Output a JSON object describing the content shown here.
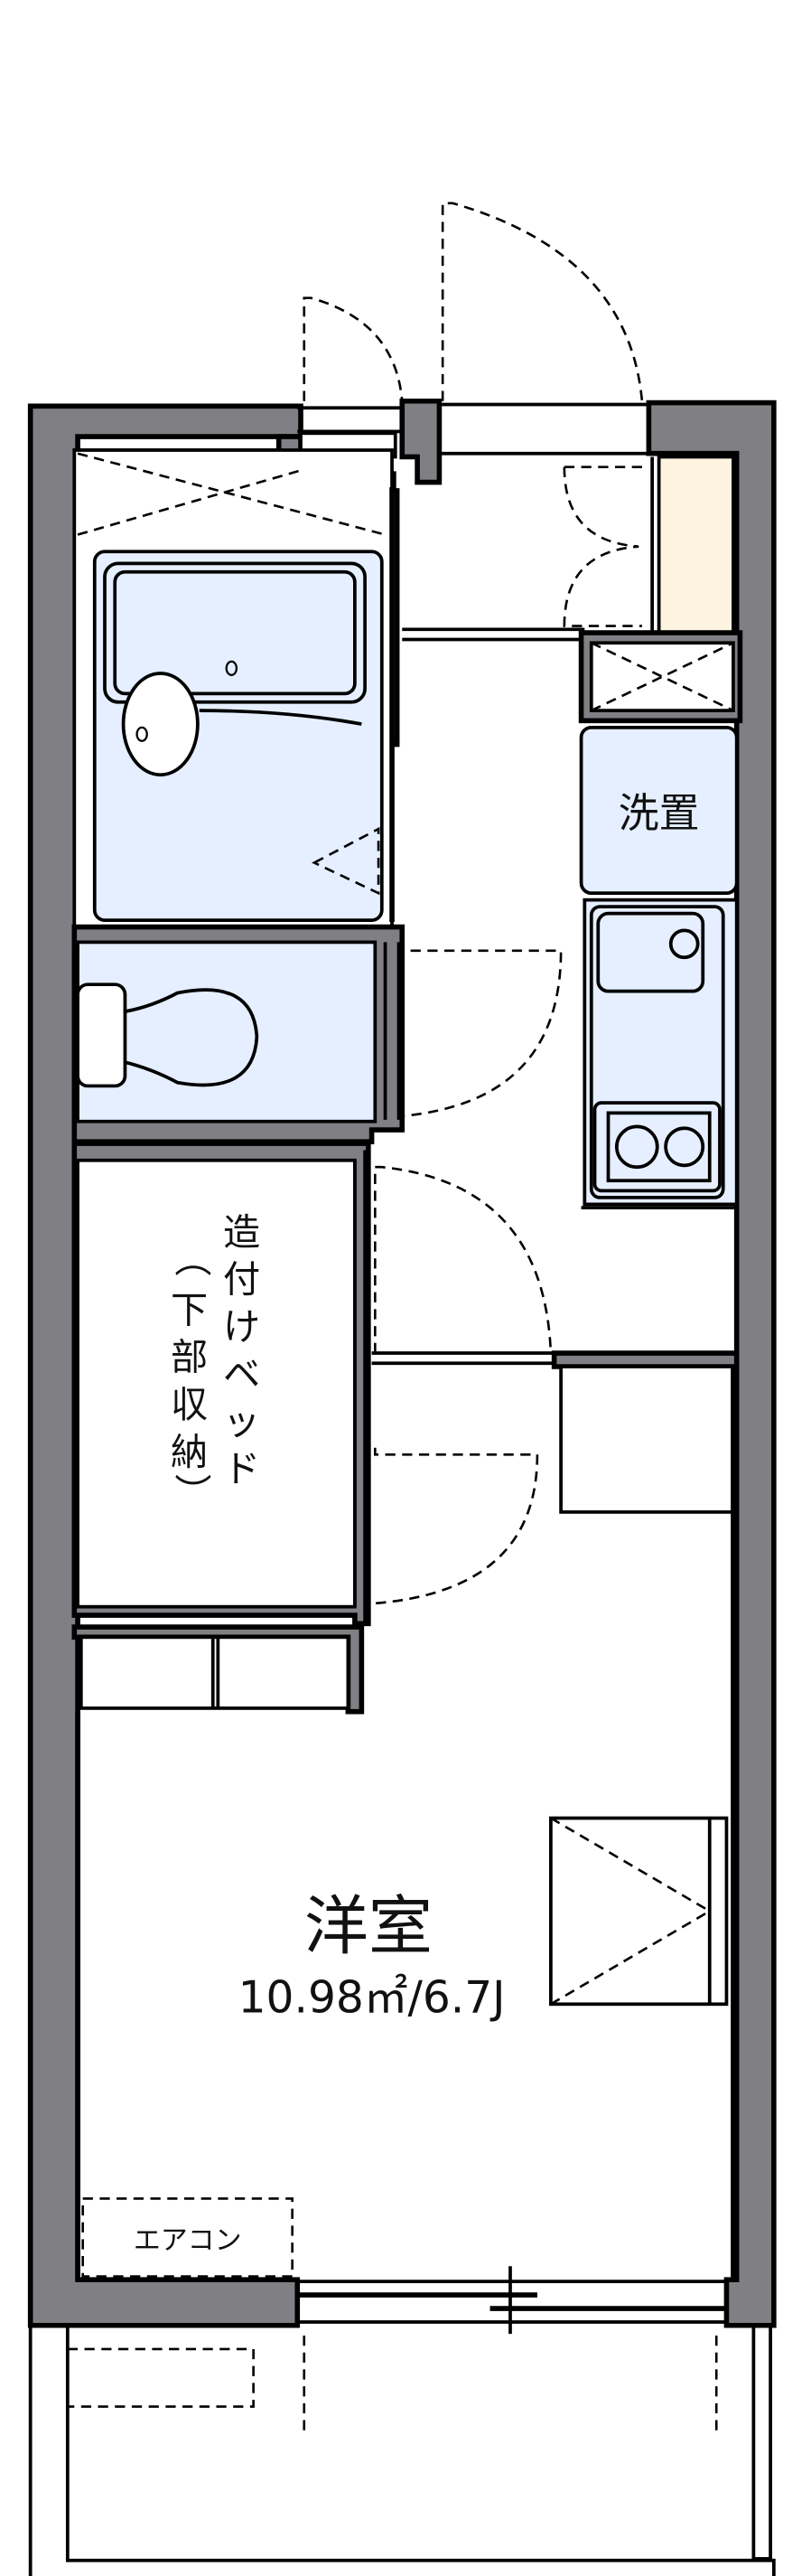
{
  "floorplan": {
    "colors": {
      "wall": "#807f84",
      "fixture": "#e5efff",
      "shoe_cabinet": "#fdf3e0",
      "line": "#000000",
      "background": "#ffffff"
    },
    "rooms": {
      "western_room": {
        "name": "洋室",
        "area": "10.98㎡/6.7J"
      },
      "built_in_bed": {
        "line1": [
          "造",
          "付",
          "け",
          "ベ",
          "ッ",
          "ド"
        ],
        "line2": [
          "（",
          "下",
          "部",
          "収",
          "納",
          "）"
        ]
      },
      "washer_space": {
        "name": "洗置"
      },
      "air_conditioner": {
        "name": "エアコン"
      }
    }
  }
}
